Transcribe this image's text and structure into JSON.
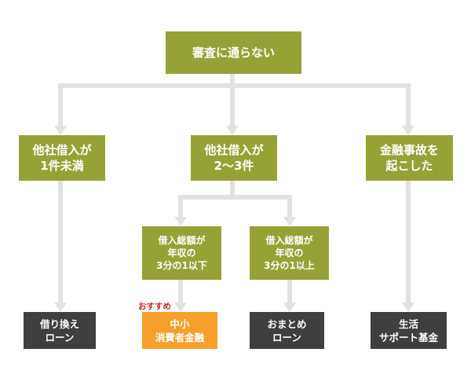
{
  "diagram": {
    "root": {
      "label": "審査に通らない"
    },
    "branches": [
      {
        "label": "他社借入が\n1件未満"
      },
      {
        "label": "他社借入が\n2～3件"
      },
      {
        "label": "金融事故を\n起こした"
      }
    ],
    "sub_branches": [
      {
        "label": "借入総額が\n年収の\n3分の1以下"
      },
      {
        "label": "借入総額が\n年収の\n3分の1以上"
      }
    ],
    "results": [
      {
        "label": "借り換え\nローン"
      },
      {
        "label": "中小\n消費者金融",
        "note": "おすすめ"
      },
      {
        "label": "おまとめ\nローン"
      },
      {
        "label": "生活\nサポート基金"
      }
    ]
  },
  "colors": {
    "decision_box": "#97a236",
    "result_box": "#3f3f3f",
    "recommended_box": "#f6a02b",
    "connector": "#e2e2e2",
    "note_text": "#c0282a"
  }
}
